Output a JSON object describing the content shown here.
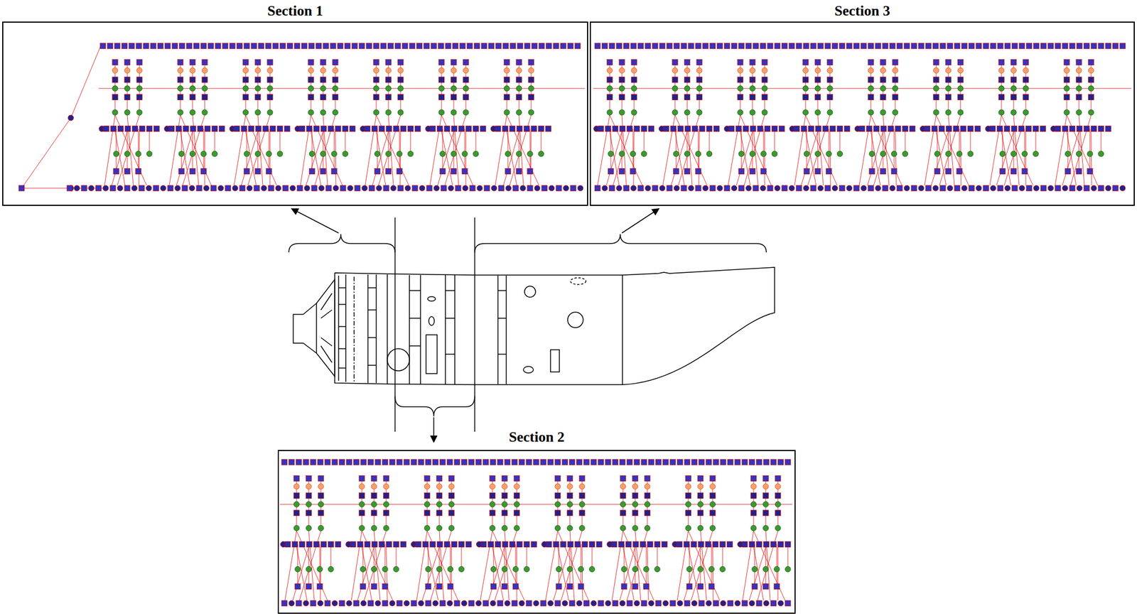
{
  "diagram": {
    "nodes": [
      {
        "text": [
          "Section 1"
        ]
      },
      {
        "text": [
          "Section 3"
        ]
      },
      {
        "text": [
          "Section 2"
        ]
      }
    ]
  }
}
